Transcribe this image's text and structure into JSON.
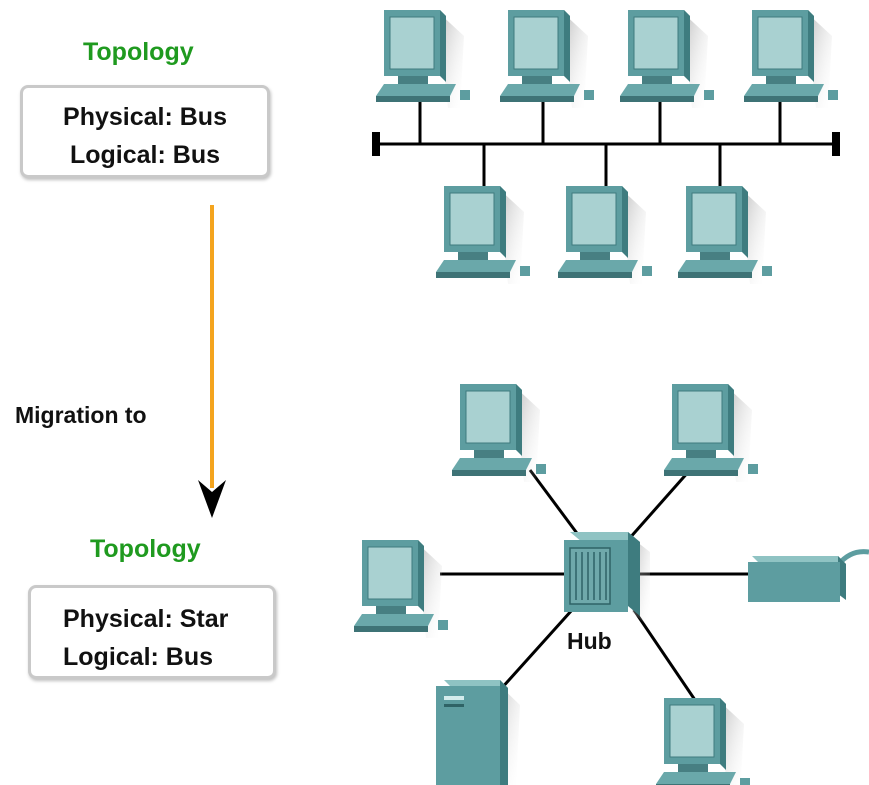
{
  "bus": {
    "title": "Topology",
    "physical": "Physical: Bus",
    "logical": "Logical: Bus"
  },
  "migration": "Migration to",
  "star": {
    "title": "Topology",
    "physical": "Physical: Star",
    "logical": "Logical: Bus",
    "hub_label": "Hub"
  },
  "colors": {
    "title_green": "#1f9a1f",
    "arrow_orange": "#f4a41e",
    "device_teal": "#5d9da0",
    "device_screen": "#a9d1d1"
  },
  "icons": [
    "computer-icon",
    "hub-icon",
    "server-icon",
    "printer-icon"
  ]
}
